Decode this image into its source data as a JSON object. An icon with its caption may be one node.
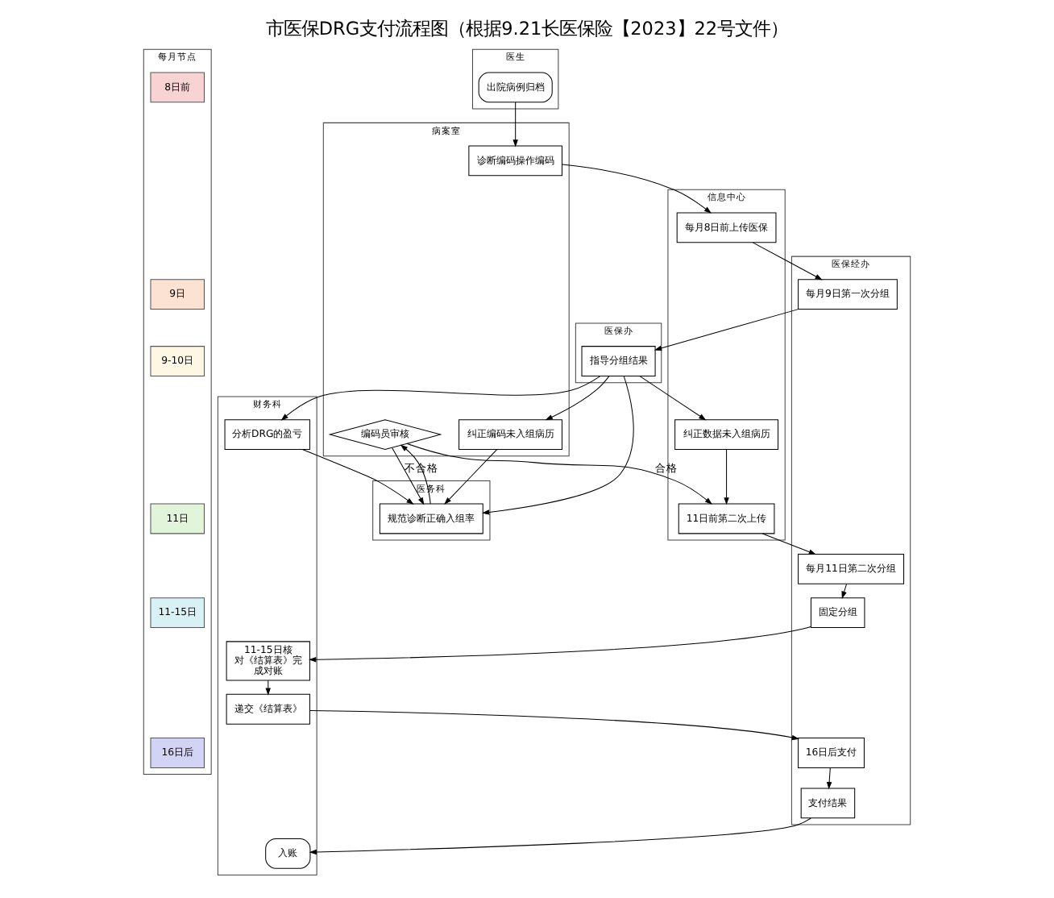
{
  "diagram": {
    "title": "市医保DRG支付流程图（根据9.21长医保险【2023】22号文件）",
    "nodes": [
      {
        "text": [
          "每月节点"
        ]
      },
      {
        "text": [
          "医保经办"
        ]
      },
      {
        "text": [
          "医生"
        ]
      },
      {
        "text": [
          "医保办"
        ]
      },
      {
        "text": [
          "病案室"
        ]
      },
      {
        "text": [
          "信息中心"
        ]
      },
      {
        "text": [
          "财务科"
        ]
      },
      {
        "text": [
          "医务科"
        ]
      },
      {
        "text": [
          "8日前"
        ],
        "in": 0
      },
      {
        "text": [
          "9日"
        ],
        "in": 0
      },
      {
        "text": [
          "9-10日"
        ],
        "in": 0
      },
      {
        "text": [
          "11日"
        ],
        "in": 0
      },
      {
        "text": [
          "11-15日"
        ],
        "in": 0
      },
      {
        "text": [
          "16日后"
        ],
        "in": 0
      },
      {
        "text": [
          "出院病例归档"
        ],
        "in": 2
      },
      {
        "text": [
          "诊断编码操作编码"
        ],
        "in": 4
      },
      {
        "text": [
          "每月8日前上传医保"
        ],
        "in": 5
      },
      {
        "text": [
          "每月9日第一次分组"
        ],
        "in": 1
      },
      {
        "text": [
          "指导分组结果"
        ],
        "in": 3
      },
      {
        "text": [
          "纠正编码未入组病历"
        ],
        "in": 4
      },
      {
        "text": [
          "分析DRG的盈亏"
        ],
        "in": 6
      },
      {
        "text": [
          "规范诊断正确入组率"
        ],
        "in": 7
      },
      {
        "text": [
          "纠正数据未入组病历"
        ],
        "in": 5
      },
      {
        "text": [
          "11日前第二次上传"
        ],
        "in": 5
      },
      {
        "text": [
          "每月11日第二次分组"
        ],
        "in": 1
      },
      {
        "text": [
          "编码员审核"
        ],
        "in": 4
      },
      {
        "text": [
          "固定分组"
        ],
        "in": 1
      },
      {
        "text": [
          "11-15日核对《结算表》完成对账"
        ],
        "in": 6
      },
      {
        "text": [
          "16日后支付"
        ],
        "in": 1
      },
      {
        "text": [
          "递交《结算表》"
        ],
        "in": 6
      },
      {
        "text": [
          "支付结果"
        ],
        "in": 1
      },
      {
        "text": [
          "入账"
        ],
        "in": 6
      }
    ],
    "edges": [
      {
        "from": 14,
        "to": 15,
        "arrow": "to"
      },
      {
        "from": 15,
        "to": 16,
        "arrow": "to"
      },
      {
        "from": 16,
        "to": 17,
        "arrow": "to"
      },
      {
        "from": 17,
        "to": 18,
        "arrow": "to"
      },
      {
        "from": 18,
        "to": 19,
        "arrow": "to"
      },
      {
        "from": 18,
        "to": 20,
        "arrow": "to"
      },
      {
        "from": 18,
        "to": 21,
        "arrow": "to"
      },
      {
        "from": 18,
        "to": 22,
        "arrow": "to"
      },
      {
        "from": 19,
        "to": 21,
        "arrow": "to"
      },
      {
        "from": 20,
        "to": 21,
        "arrow": "to"
      },
      {
        "from": 22,
        "to": 23,
        "arrow": "to"
      },
      {
        "from": 23,
        "to": 24,
        "arrow": "to"
      },
      {
        "from": 21,
        "to": 25,
        "arrow": "to"
      },
      {
        "from": 25,
        "to": 23,
        "arrow": "to",
        "label": "合格"
      },
      {
        "from": 25,
        "to": 21,
        "arrow": "to",
        "label": "不合格"
      },
      {
        "from": 24,
        "to": 26,
        "arrow": "to"
      },
      {
        "from": 26,
        "to": 27,
        "arrow": "to"
      },
      {
        "from": 27,
        "to": 29,
        "arrow": "to"
      },
      {
        "from": 29,
        "to": 28,
        "arrow": "to"
      },
      {
        "from": 28,
        "to": 30,
        "arrow": "to"
      },
      {
        "from": 30,
        "to": 31,
        "arrow": "to"
      }
    ]
  }
}
